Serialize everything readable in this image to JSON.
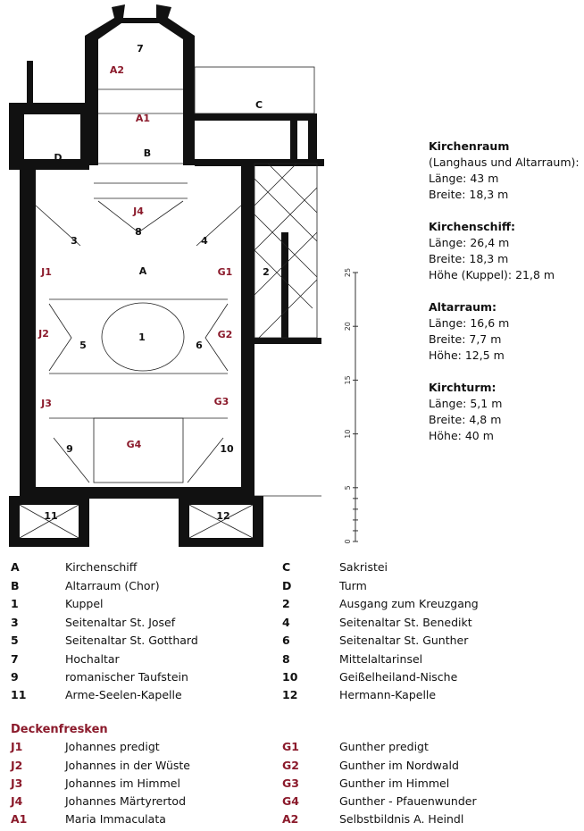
{
  "plan": {
    "labels": {
      "n7": "7",
      "A2": "A2",
      "A1": "A1",
      "B": "B",
      "C": "C",
      "D": "D",
      "J4": "J4",
      "n8": "8",
      "n3": "3",
      "n4": "4",
      "A": "A",
      "J1": "J1",
      "G1": "G1",
      "n2": "2",
      "J2": "J2",
      "n5": "5",
      "n1": "1",
      "n6": "6",
      "G2": "G2",
      "J3": "J3",
      "G3": "G3",
      "n9": "9",
      "G4": "G4",
      "n10": "10",
      "n11": "11",
      "n12": "12"
    },
    "scale": {
      "ticks": [
        "0",
        "5",
        "10",
        "15",
        "20",
        "25"
      ],
      "max_m": 25
    }
  },
  "stats": [
    {
      "title": "Kirchenraum",
      "lines": [
        "(Langhaus und Altarraum):",
        "Länge: 43 m",
        "Breite: 18,3 m"
      ]
    },
    {
      "title": "Kirchenschiff:",
      "lines": [
        "Länge: 26,4 m",
        "Breite: 18,3 m",
        "Höhe (Kuppel): 21,8 m"
      ]
    },
    {
      "title": "Altarraum:",
      "lines": [
        "Länge: 16,6 m",
        "Breite: 7,7 m",
        "Höhe: 12,5 m"
      ]
    },
    {
      "title": "Kirchturm:",
      "lines": [
        "Länge: 5,1 m",
        "Breite: 4,8 m",
        "Höhe: 40 m"
      ]
    }
  ],
  "legend": [
    {
      "k1": "A",
      "d1": "Kirchenschiff",
      "k2": "C",
      "d2": "Sakristei"
    },
    {
      "k1": "B",
      "d1": "Altarraum (Chor)",
      "k2": "D",
      "d2": "Turm"
    },
    {
      "k1": "1",
      "d1": "Kuppel",
      "k2": "2",
      "d2": "Ausgang zum Kreuzgang"
    },
    {
      "k1": "3",
      "d1": "Seitenaltar St. Josef",
      "k2": "4",
      "d2": "Seitenaltar St. Benedikt"
    },
    {
      "k1": "5",
      "d1": "Seitenaltar St. Gotthard",
      "k2": "6",
      "d2": "Seitenaltar St. Gunther"
    },
    {
      "k1": "7",
      "d1": "Hochaltar",
      "k2": "8",
      "d2": "Mittelaltarinsel"
    },
    {
      "k1": "9",
      "d1": "romanischer Taufstein",
      "k2": "10",
      "d2": "Geißelheiland-Nische"
    },
    {
      "k1": "11",
      "d1": "Arme-Seelen-Kapelle",
      "k2": "12",
      "d2": "Hermann-Kapelle"
    }
  ],
  "frescoes_title": "Deckenfresken",
  "frescoes": [
    {
      "k1": "J1",
      "d1": "Johannes predigt",
      "k2": "G1",
      "d2": "Gunther predigt"
    },
    {
      "k1": "J2",
      "d1": "Johannes in der Wüste",
      "k2": "G2",
      "d2": "Gunther im Nordwald"
    },
    {
      "k1": "J3",
      "d1": "Johannes im Himmel",
      "k2": "G3",
      "d2": "Gunther im Himmel"
    },
    {
      "k1": "J4",
      "d1": "Johannes Märtyrertod",
      "k2": "G4",
      "d2": "Gunther - Pfauenwunder"
    },
    {
      "k1": "A1",
      "d1": "Maria Immaculata",
      "k2": "A2",
      "d2": "Selbstbildnis A. Heindl"
    }
  ],
  "colors": {
    "accent": "#8b1a2b",
    "wall": "#111111"
  }
}
